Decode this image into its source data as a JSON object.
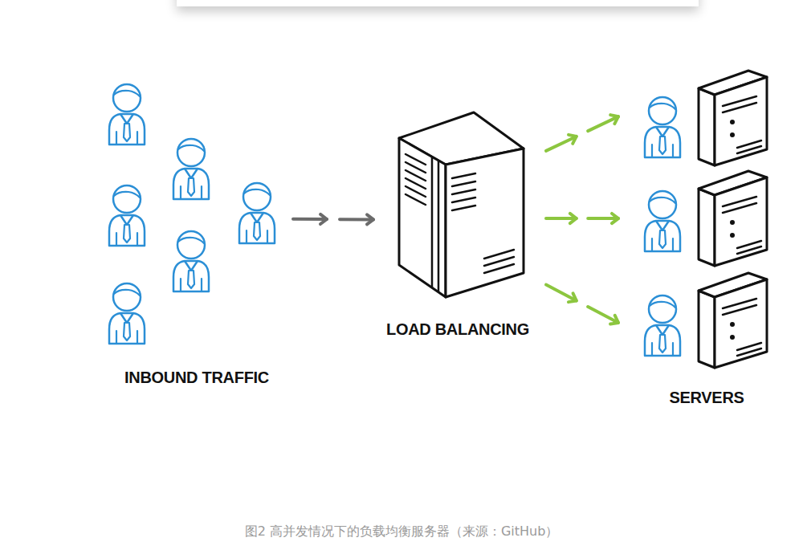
{
  "diagram": {
    "caption": "图2 高并发情况下的负载均衡服务器（来源：GitHub）",
    "nodes": [
      {
        "text": [
          "INBOUND TRAFFIC"
        ]
      },
      {
        "text": [
          "LOAD BALANCING"
        ]
      },
      {
        "text": [
          "SERVERS"
        ]
      }
    ],
    "edges": [
      {
        "from": 0,
        "to": 1,
        "arrow": "to"
      },
      {
        "from": 1,
        "to": 2,
        "arrow": "to"
      },
      {
        "from": 1,
        "to": 2,
        "arrow": "to"
      },
      {
        "from": 1,
        "to": 2,
        "arrow": "to"
      }
    ]
  }
}
